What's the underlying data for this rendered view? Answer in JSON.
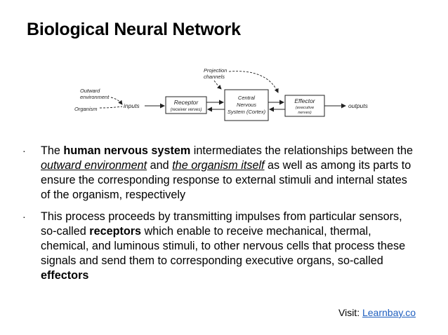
{
  "title": "Biological Neural Network",
  "diagram": {
    "outward_environment": [
      "Outward",
      "environment"
    ],
    "organism": "Organism",
    "inputs": "inputs",
    "receptor": {
      "title": "Receptor",
      "sub": "(receiver verves)"
    },
    "cns": [
      "Central",
      "Nervous",
      "System (Cortex)"
    ],
    "projection_channels": [
      "Projection",
      "channels"
    ],
    "effector": {
      "title": "Effector",
      "sub": [
        "(executive",
        "nerves)"
      ]
    },
    "outputs": "outputs"
  },
  "bullets": [
    {
      "mark": "·",
      "p1": "The ",
      "b1": "human nervous system",
      "p2": " intermediates the relationships between the ",
      "u1": "outward environment",
      "p3": " and ",
      "u2": "the organism itself",
      "p4": " as well as among its parts to ensure the corresponding response to external stimuli and internal states of the organism,  respectively"
    },
    {
      "mark": "·",
      "p1": "This process proceeds by transmitting impulses from particular sensors, so-called ",
      "b1": "receptors",
      "p2": " which enable to receive mechanical, thermal, chemical, and luminous stimuli, to other nervous cells that process these signals and send them to corresponding executive organs, so-called ",
      "b2": "effectors"
    }
  ],
  "footer": {
    "prefix": "Visit: ",
    "link": "Learnbay.co"
  }
}
